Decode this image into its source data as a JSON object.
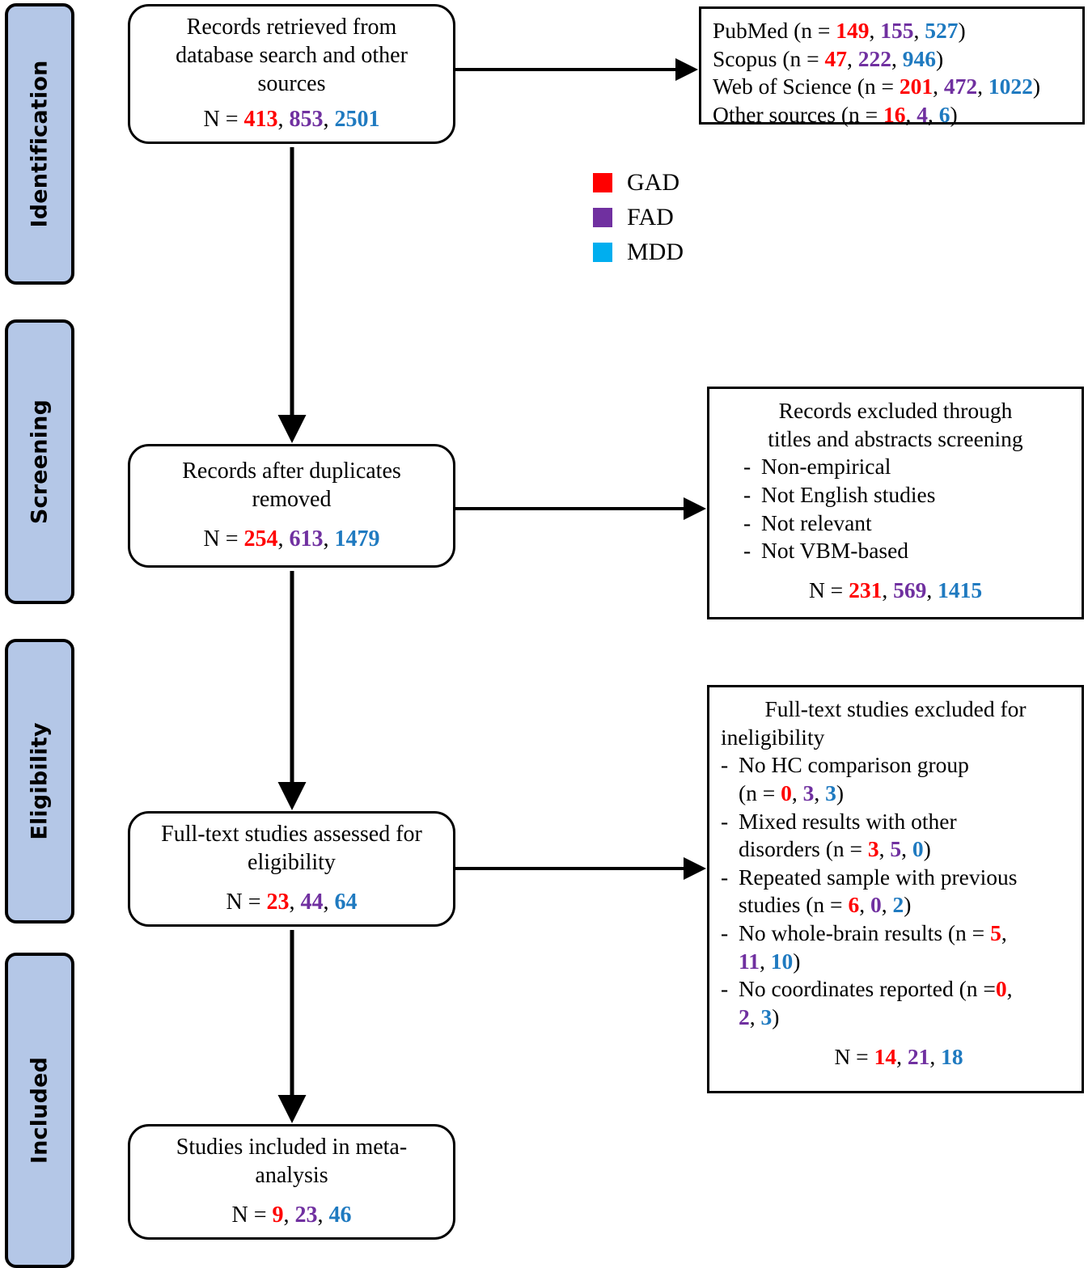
{
  "legend": {
    "items": [
      {
        "label": "GAD",
        "color": "#ff0000",
        "swatch": "legend-swatch-gad"
      },
      {
        "label": "FAD",
        "color": "#7030a0",
        "swatch": "legend-swatch-fad"
      },
      {
        "label": "MDD",
        "color": "#00aeef",
        "swatch": "legend-swatch-mdd"
      }
    ]
  },
  "colors": {
    "gad": "#ff0000",
    "fad": "#7030a0",
    "mdd": "#1f7ac0",
    "mdd_legend": "#00aeef",
    "stage_fill": "#b4c7e7",
    "stroke": "#000000"
  },
  "stages": [
    {
      "key": "identification",
      "label": "Identification"
    },
    {
      "key": "screening",
      "label": "Screening"
    },
    {
      "key": "eligibility",
      "label": "Eligibility"
    },
    {
      "key": "included",
      "label": "Included"
    }
  ],
  "boxes": {
    "records_retrieved": {
      "line1": "Records retrieved from",
      "line2": "database search and other",
      "line3": "sources",
      "n_prefix": "N = ",
      "gad": "413",
      "sep1": ", ",
      "fad": "853",
      "sep2": ", ",
      "mdd": "2501"
    },
    "records_duplicates": {
      "line1": "Records after duplicates",
      "line2": "removed",
      "n_prefix": "N = ",
      "gad": "254",
      "sep1": ", ",
      "fad": "613",
      "sep2": ", ",
      "mdd": "1479"
    },
    "fulltext_assessed": {
      "line1": "Full-text studies assessed for",
      "line2": "eligibility",
      "n_prefix": "N = ",
      "gad": "23",
      "sep1": ", ",
      "fad": "44",
      "sep2": ", ",
      "mdd": "64"
    },
    "studies_included": {
      "line1": "Studies included in meta-",
      "line2": "analysis",
      "n_prefix": "N = ",
      "gad": "9",
      "sep1": ", ",
      "fad": "23",
      "sep2": ", ",
      "mdd": "46"
    },
    "sources": {
      "rows": [
        {
          "name": "PubMed (n = ",
          "gad": "149",
          "sep1": ", ",
          "fad": "155",
          "sep2": ", ",
          "mdd": "527",
          "close": ")"
        },
        {
          "name": "Scopus (n = ",
          "gad": "47",
          "sep1": ", ",
          "fad": "222",
          "sep2": ", ",
          "mdd": "946",
          "close": ")"
        },
        {
          "name": "Web of Science (n = ",
          "gad": "201",
          "sep1": ", ",
          "fad": "472",
          "sep2": ", ",
          "mdd": "1022",
          "close": ")"
        },
        {
          "name": "Other sources (n = ",
          "gad": "16",
          "sep1": ", ",
          "fad": "4",
          "sep2": ", ",
          "mdd": "6",
          "close": ")"
        }
      ]
    },
    "excluded_screening": {
      "title_line1": "Records excluded through",
      "title_line2": "titles and abstracts screening",
      "items": [
        "Non-empirical",
        "Not English studies",
        "Not relevant",
        "Not VBM-based"
      ],
      "dash": "-",
      "n_prefix": "N = ",
      "gad": "231",
      "sep1": ", ",
      "fad": "569",
      "sep2": ", ",
      "mdd": "1415"
    },
    "excluded_fulltext": {
      "title_line1": "Full-text studies excluded for",
      "title_line2": "ineligibility",
      "dash": "-",
      "items": [
        {
          "line1": "No HC comparison group",
          "pre2": "(n = ",
          "gad": "0",
          "sep1": ", ",
          "fad": "3",
          "sep2": ", ",
          "mdd": "3",
          "post2": ")"
        },
        {
          "line1": "Mixed results with other",
          "pre2": "disorders (n = ",
          "gad": "3",
          "sep1": ", ",
          "fad": "5",
          "sep2": ", ",
          "mdd": "0",
          "post2": ")"
        },
        {
          "line1": "Repeated sample with previous",
          "pre2": "studies (n = ",
          "gad": "6",
          "sep1": ", ",
          "fad": "0",
          "sep2": ", ",
          "mdd": "2",
          "post2": ")"
        },
        {
          "line1_pre": "No whole-brain results (n = ",
          "line1_gad": "5",
          "line1_post": ",",
          "pre2": "",
          "fad": "11",
          "sep2": ", ",
          "mdd": "10",
          "post2": ")"
        },
        {
          "line1_pre": "No coordinates reported (n =",
          "line1_gad": "0",
          "line1_post": ",",
          "pre2": "",
          "fad": "2",
          "sep2": ", ",
          "mdd": "3",
          "post2": ")"
        }
      ],
      "n_prefix": "N = ",
      "n_gad": "14",
      "n_sep1": ", ",
      "n_fad": "21",
      "n_sep2": ", ",
      "n_mdd": "18"
    }
  }
}
